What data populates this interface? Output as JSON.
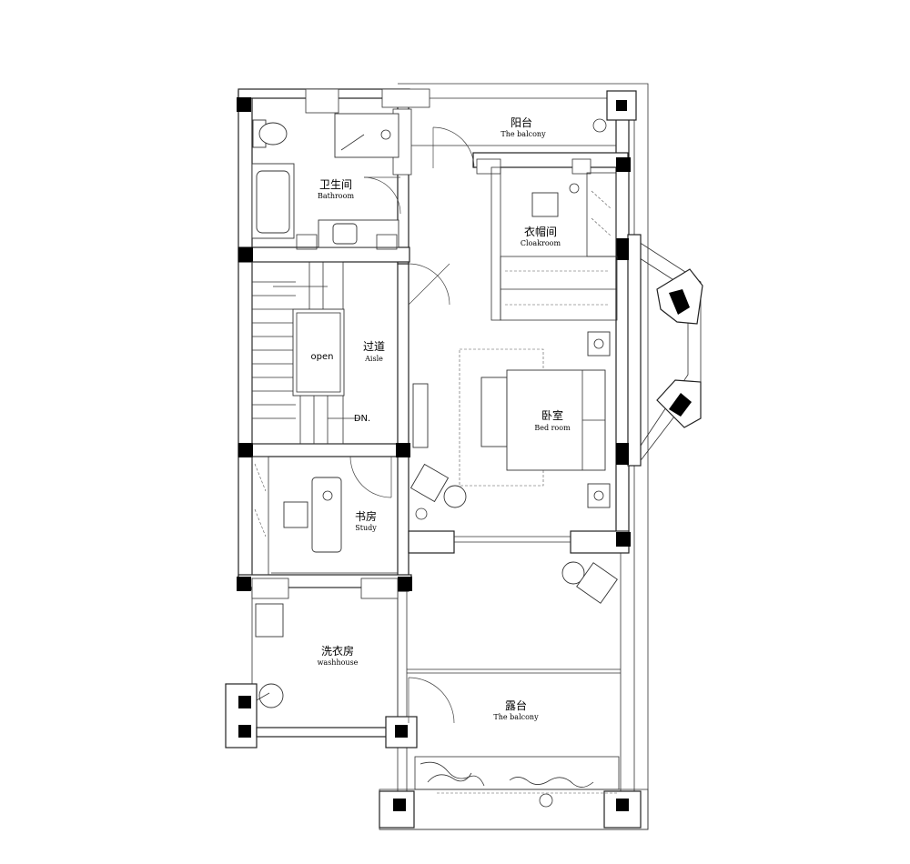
{
  "rooms": {
    "balcony_top": {
      "zh": "阳台",
      "en": "The balcony"
    },
    "bathroom": {
      "zh": "卫生间",
      "en": "Bathroom"
    },
    "cloakroom": {
      "zh": "衣帽间",
      "en": "Cloakroom"
    },
    "aisle": {
      "zh": "过道",
      "en": "Aisle"
    },
    "bedroom": {
      "zh": "卧室",
      "en": "Bed room"
    },
    "study": {
      "zh": "书房",
      "en": "Study"
    },
    "washhouse": {
      "zh": "洗衣房",
      "en": "washhouse"
    },
    "terrace": {
      "zh": "露台",
      "en": "The balcony"
    }
  },
  "labels": {
    "stair_open": "open",
    "stair_down": "DN."
  },
  "colors": {
    "line": "#222222",
    "column": "#000000",
    "background": "#ffffff"
  }
}
